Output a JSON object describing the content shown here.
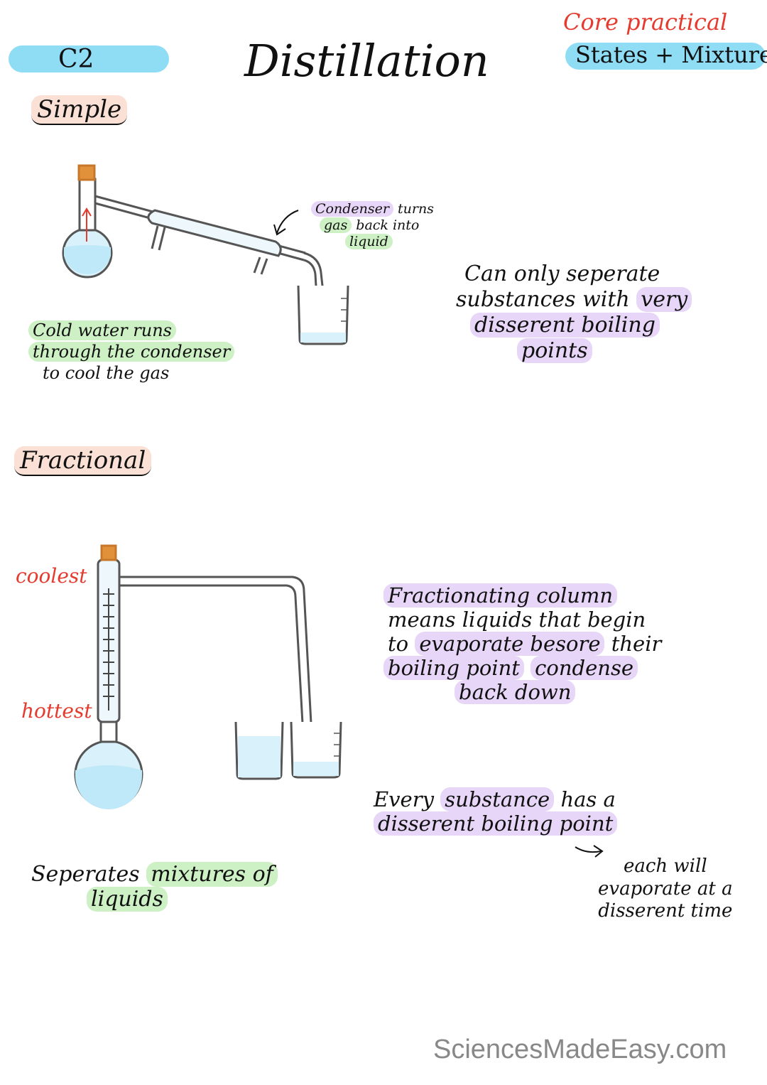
{
  "header": {
    "unit_code": "C2",
    "title": "Distillation",
    "tag_label": "Core practical",
    "topic_label": "States + Mixtures",
    "colors": {
      "pill": "#8fdcf5",
      "red": "#e53b2f",
      "purple": "#e7d6f7",
      "green": "#cdf0c4",
      "peach": "#fbe1d5"
    }
  },
  "simple": {
    "heading": "Simple",
    "condenser_note": [
      "Condenser",
      "turns",
      "gas",
      "back into",
      "liquid"
    ],
    "water_note": [
      "Cold water runs",
      "through the condenser",
      "to cool the gas"
    ],
    "limitation": [
      "Can only seperate",
      "substances with",
      "very",
      "disserent boiling",
      "points"
    ]
  },
  "fractional": {
    "heading": "Fractional",
    "coolest_label": "coolest",
    "hottest_label": "hottest",
    "column_note": [
      "Fractionating column",
      "means liquids that begin",
      "to",
      "evaporate besore",
      "their",
      "boiling point",
      "condense",
      "back down"
    ],
    "boiling_note": [
      "Every",
      "substance",
      "has a",
      "disserent boiling point"
    ],
    "time_note": [
      "each will",
      "evaporate at a",
      "disserent time"
    ],
    "mixture_note": [
      "Seperates",
      "mixtures of",
      "liquids"
    ]
  },
  "footer": {
    "watermark": "SciencesMadeEasy.com"
  }
}
